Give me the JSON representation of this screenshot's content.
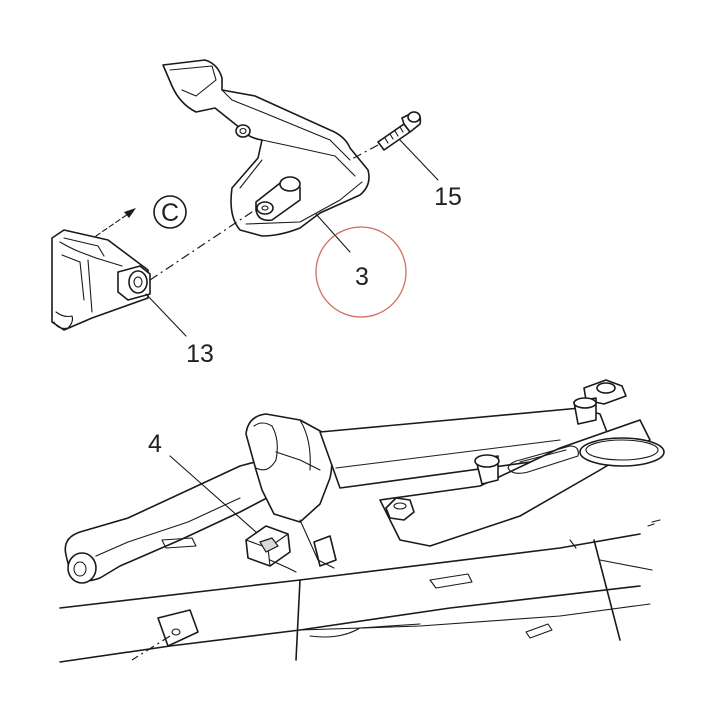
{
  "diagram": {
    "callouts": {
      "part_3": "3",
      "part_4": "4",
      "part_13": "13",
      "part_15": "15"
    },
    "view_marker": "C",
    "highlight_color": "#c0392b"
  }
}
